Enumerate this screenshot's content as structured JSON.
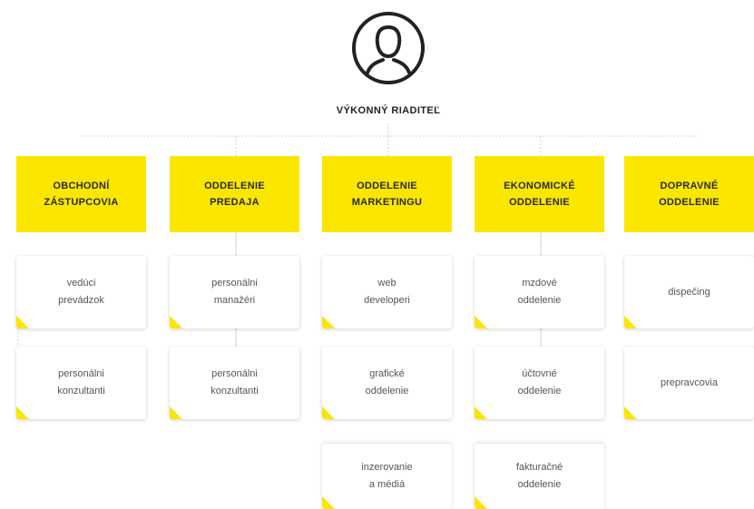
{
  "ceo": {
    "title": "VÝKONNÝ RIADITEĽ",
    "icon": "user-icon"
  },
  "colors": {
    "accent": "#fbe600",
    "line": "#c9d3de"
  },
  "departments": [
    {
      "name": "OBCHODNÍ\nZÁSTUPCOVIA",
      "items": [
        "vedúci\nprevádzok",
        "personálni\nkonzultanti"
      ]
    },
    {
      "name": "ODDELENIE\nPREDAJA",
      "items": [
        "personálni\nmanažéri",
        "personálni\nkonzultanti"
      ]
    },
    {
      "name": "ODDELENIE\nMARKETINGU",
      "items": [
        "web\ndeveloperi",
        "grafické\noddelenie",
        "inzerovanie\na médiá"
      ]
    },
    {
      "name": "EKONOMICKÉ\nODDELENIE",
      "items": [
        "mzdové\noddelenie",
        "účtovné\noddelenie",
        "fakturačné\noddelenie"
      ]
    },
    {
      "name": "DOPRAVNÉ\nODDELENIE",
      "items": [
        "dispečing",
        "prepravcovia"
      ]
    }
  ]
}
